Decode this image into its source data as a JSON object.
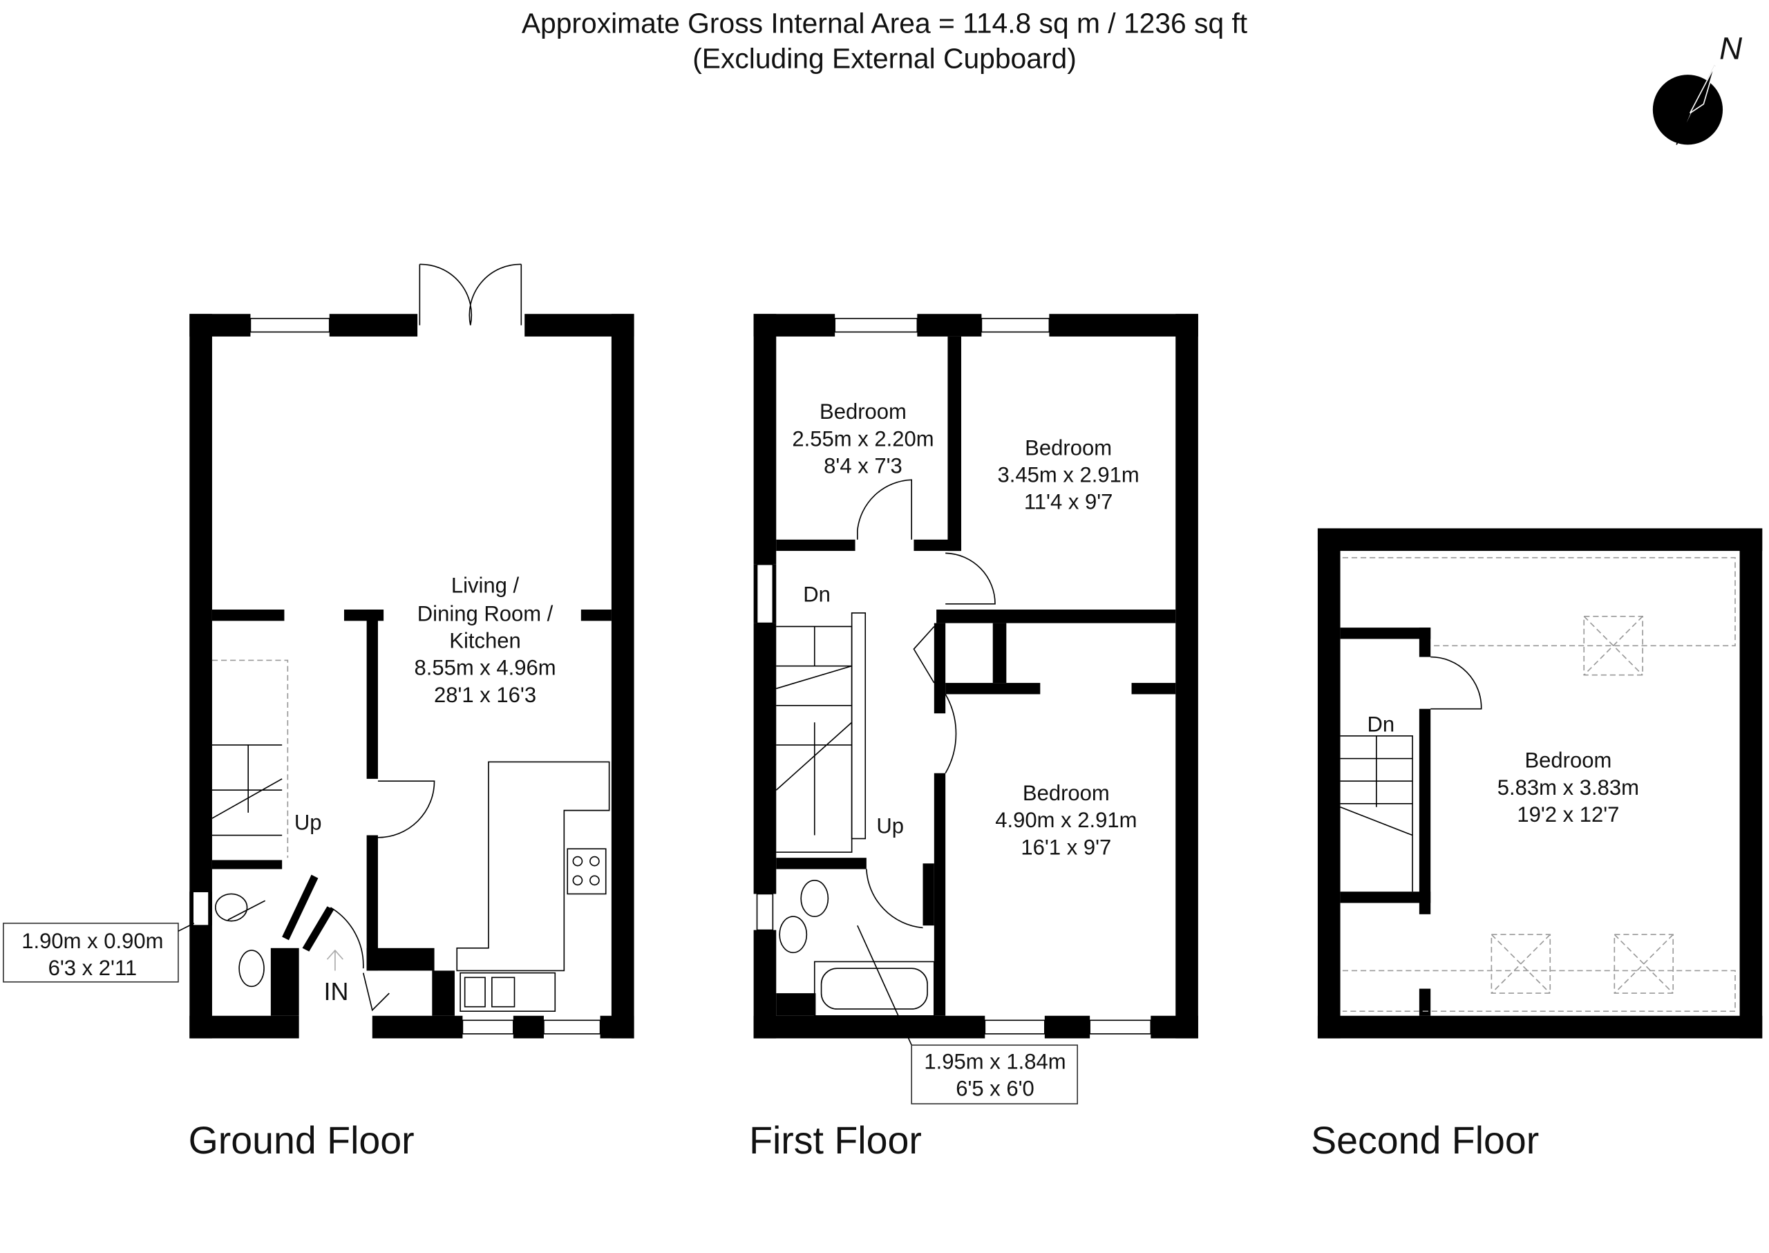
{
  "header": {
    "line1": "Approximate Gross Internal Area = 114.8 sq m / 1236 sq ft",
    "line2": "(Excluding External Cupboard)"
  },
  "compass": {
    "label": "N"
  },
  "ground_floor": {
    "title": "Ground Floor",
    "living": {
      "name1": "Living /",
      "name2": "Dining Room /",
      "name3": "Kitchen",
      "metric": "8.55m x 4.96m",
      "imperial": "28'1 x 16'3"
    },
    "stairs_label": "Up",
    "entrance_label": "IN",
    "wc_callout": {
      "metric": "1.90m x 0.90m",
      "imperial": "6'3 x 2'11"
    }
  },
  "first_floor": {
    "title": "First Floor",
    "bedroom_small": {
      "name": "Bedroom",
      "metric": "2.55m x 2.20m",
      "imperial": "8'4 x 7'3"
    },
    "bedroom_rear": {
      "name": "Bedroom",
      "metric": "3.45m x 2.91m",
      "imperial": "11'4 x 9'7"
    },
    "bedroom_front": {
      "name": "Bedroom",
      "metric": "4.90m x 2.91m",
      "imperial": "16'1 x 9'7"
    },
    "stairs_down": "Dn",
    "stairs_up": "Up",
    "bath_callout": {
      "metric": "1.95m x 1.84m",
      "imperial": "6'5 x 6'0"
    }
  },
  "second_floor": {
    "title": "Second Floor",
    "bedroom": {
      "name": "Bedroom",
      "metric": "5.83m x 3.83m",
      "imperial": "19'2 x 12'7"
    },
    "stairs_down": "Dn"
  }
}
